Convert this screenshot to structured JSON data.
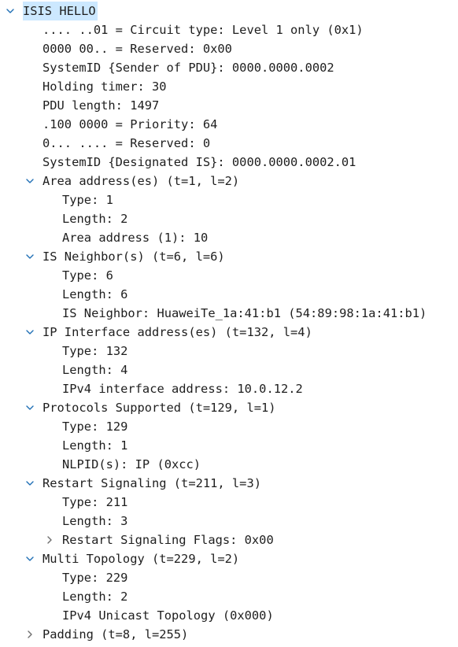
{
  "tree": {
    "rows": [
      {
        "id": "r0",
        "depth": 0,
        "toggle": "expanded",
        "selected": true,
        "text": "ISIS HELLO"
      },
      {
        "id": "r1",
        "depth": 1,
        "toggle": "none",
        "text": ".... ..01 = Circuit type: Level 1 only (0x1)"
      },
      {
        "id": "r2",
        "depth": 1,
        "toggle": "none",
        "text": "0000 00.. = Reserved: 0x00"
      },
      {
        "id": "r3",
        "depth": 1,
        "toggle": "none",
        "text": "SystemID {Sender of PDU}: 0000.0000.0002"
      },
      {
        "id": "r4",
        "depth": 1,
        "toggle": "none",
        "text": "Holding timer: 30"
      },
      {
        "id": "r5",
        "depth": 1,
        "toggle": "none",
        "text": "PDU length: 1497"
      },
      {
        "id": "r6",
        "depth": 1,
        "toggle": "none",
        "text": ".100 0000 = Priority: 64"
      },
      {
        "id": "r7",
        "depth": 1,
        "toggle": "none",
        "text": "0... .... = Reserved: 0"
      },
      {
        "id": "r8",
        "depth": 1,
        "toggle": "none",
        "text": "SystemID {Designated IS}: 0000.0000.0002.01"
      },
      {
        "id": "r9",
        "depth": 1,
        "toggle": "expanded",
        "text": "Area address(es) (t=1, l=2)"
      },
      {
        "id": "r10",
        "depth": 2,
        "toggle": "none",
        "text": "Type: 1"
      },
      {
        "id": "r11",
        "depth": 2,
        "toggle": "none",
        "text": "Length: 2"
      },
      {
        "id": "r12",
        "depth": 2,
        "toggle": "none",
        "text": "Area address (1): 10"
      },
      {
        "id": "r13",
        "depth": 1,
        "toggle": "expanded",
        "text": "IS Neighbor(s) (t=6, l=6)"
      },
      {
        "id": "r14",
        "depth": 2,
        "toggle": "none",
        "text": "Type: 6"
      },
      {
        "id": "r15",
        "depth": 2,
        "toggle": "none",
        "text": "Length: 6"
      },
      {
        "id": "r16",
        "depth": 2,
        "toggle": "none",
        "text": "IS Neighbor: HuaweiTe_1a:41:b1 (54:89:98:1a:41:b1)"
      },
      {
        "id": "r17",
        "depth": 1,
        "toggle": "expanded",
        "text": "IP Interface address(es) (t=132, l=4)"
      },
      {
        "id": "r18",
        "depth": 2,
        "toggle": "none",
        "text": "Type: 132"
      },
      {
        "id": "r19",
        "depth": 2,
        "toggle": "none",
        "text": "Length: 4"
      },
      {
        "id": "r20",
        "depth": 2,
        "toggle": "none",
        "text": "IPv4 interface address: 10.0.12.2"
      },
      {
        "id": "r21",
        "depth": 1,
        "toggle": "expanded",
        "text": "Protocols Supported (t=129, l=1)"
      },
      {
        "id": "r22",
        "depth": 2,
        "toggle": "none",
        "text": "Type: 129"
      },
      {
        "id": "r23",
        "depth": 2,
        "toggle": "none",
        "text": "Length: 1"
      },
      {
        "id": "r24",
        "depth": 2,
        "toggle": "none",
        "text": "NLPID(s): IP (0xcc)"
      },
      {
        "id": "r25",
        "depth": 1,
        "toggle": "expanded",
        "text": "Restart Signaling (t=211, l=3)"
      },
      {
        "id": "r26",
        "depth": 2,
        "toggle": "none",
        "text": "Type: 211"
      },
      {
        "id": "r27",
        "depth": 2,
        "toggle": "none",
        "text": "Length: 3"
      },
      {
        "id": "r28",
        "depth": 2,
        "toggle": "collapsed",
        "text": "Restart Signaling Flags: 0x00"
      },
      {
        "id": "r29",
        "depth": 1,
        "toggle": "expanded",
        "text": "Multi Topology (t=229, l=2)"
      },
      {
        "id": "r30",
        "depth": 2,
        "toggle": "none",
        "text": "Type: 229"
      },
      {
        "id": "r31",
        "depth": 2,
        "toggle": "none",
        "text": "Length: 2"
      },
      {
        "id": "r32",
        "depth": 2,
        "toggle": "none",
        "text": "IPv4 Unicast Topology (0x000)"
      },
      {
        "id": "r33",
        "depth": 1,
        "toggle": "collapsed",
        "text": "Padding (t=8, l=255)"
      }
    ]
  },
  "icons": {
    "expanded": "chevron-down-icon",
    "collapsed": "chevron-right-icon"
  },
  "colors": {
    "text": "#1e1e1e",
    "selection": "#cce8ff",
    "chevron_expanded": "#1f6fb5",
    "chevron_collapsed": "#6e6e6e"
  }
}
